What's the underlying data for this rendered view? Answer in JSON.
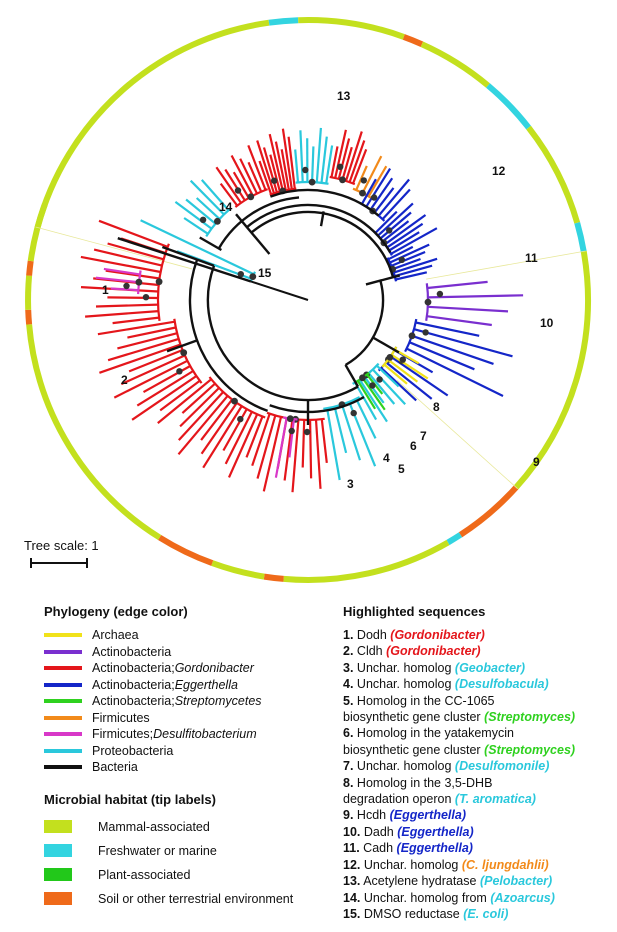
{
  "colors": {
    "archaea": "#f1e21a",
    "actino": "#7a2fcf",
    "gordonibacter": "#e4161b",
    "eggerthella": "#1426c8",
    "streptomycetes": "#2fd11f",
    "firmicutes": "#f28a1a",
    "desulfito": "#d838c8",
    "proteo": "#2ac8dc",
    "bacteria": "#111111",
    "mammal": "#c3e01e",
    "freshwater": "#33d4e0",
    "plant": "#22c81a",
    "soil": "#ef6a1a"
  },
  "tree": {
    "scale_label": "Tree scale: 1",
    "clade_labels": [
      "1",
      "2",
      "3",
      "4",
      "5",
      "6",
      "7",
      "8",
      "9",
      "10",
      "11",
      "12",
      "13",
      "14",
      "15"
    ]
  },
  "edge_legend": {
    "title": "Phylogeny (edge color)",
    "items": [
      {
        "color": "archaea",
        "label": "Archaea"
      },
      {
        "color": "actino",
        "label": "Actinobacteria"
      },
      {
        "color": "gordonibacter",
        "label": "Actinobacteria; ",
        "italic": "Gordonibacter"
      },
      {
        "color": "eggerthella",
        "label": "Actinobacteria; ",
        "italic": "Eggerthella"
      },
      {
        "color": "streptomycetes",
        "label": "Actinobacteria; ",
        "italic": "Streptomycetes"
      },
      {
        "color": "firmicutes",
        "label": "Firmicutes"
      },
      {
        "color": "desulfito",
        "label": "Firmicutes; ",
        "italic": "Desulfitobacterium"
      },
      {
        "color": "proteo",
        "label": "Proteobacteria"
      },
      {
        "color": "bacteria",
        "label": "Bacteria"
      }
    ]
  },
  "habitat_legend": {
    "title": "Microbial habitat (tip labels)",
    "items": [
      {
        "color": "mammal",
        "label": "Mammal-associated"
      },
      {
        "color": "freshwater",
        "label": "Freshwater or marine"
      },
      {
        "color": "plant",
        "label": "Plant-associated"
      },
      {
        "color": "soil",
        "label": "Soil or other terrestrial environment"
      }
    ]
  },
  "highlighted": {
    "title": "Highlighted sequences",
    "items": [
      {
        "num": "1.",
        "text": "Dodh ",
        "org": "(Gordonibacter)",
        "color": "gordonibacter"
      },
      {
        "num": "2.",
        "text": "Cldh ",
        "org": "(Gordonibacter)",
        "color": "gordonibacter"
      },
      {
        "num": "3.",
        "text": "Unchar. homolog ",
        "org": "(Geobacter)",
        "color": "proteo"
      },
      {
        "num": "4.",
        "text": "Unchar. homolog ",
        "org": "(Desulfobacula)",
        "color": "proteo"
      },
      {
        "num": "5.",
        "text": "Homolog in the CC-1065",
        "line2": "biosynthetic gene cluster ",
        "org": "(Streptomyces)",
        "color": "streptomycetes"
      },
      {
        "num": "6.",
        "text": "Homolog in the yatakemycin",
        "line2": "biosynthetic gene cluster ",
        "org": "(Streptomyces)",
        "color": "streptomycetes"
      },
      {
        "num": "7.",
        "text": "Unchar. homolog ",
        "org": "(Desulfomonile)",
        "color": "proteo"
      },
      {
        "num": "8.",
        "text": "Homolog in the 3,5-DHB",
        "line2": "degradation operon ",
        "org": "(T. aromatica)",
        "color": "proteo"
      },
      {
        "num": "9.",
        "text": "Hcdh ",
        "org": "(Eggerthella)",
        "color": "eggerthella"
      },
      {
        "num": "10.",
        "text": "Dadh ",
        "org": "(Eggerthella)",
        "color": "eggerthella"
      },
      {
        "num": "11.",
        "text": "Cadh ",
        "org": "(Eggerthella)",
        "color": "eggerthella"
      },
      {
        "num": "12.",
        "text": "Unchar. homolog ",
        "org": "(C. ljungdahlii)",
        "color": "firmicutes"
      },
      {
        "num": "13.",
        "text": "Acetylene hydratase ",
        "org": "(Pelobacter)",
        "color": "proteo"
      },
      {
        "num": "14.",
        "text": "Unchar. homolog from ",
        "org": "(Azoarcus)",
        "color": "proteo"
      },
      {
        "num": "15.",
        "text": "DMSO reductase ",
        "org": "(E. coli)",
        "color": "proteo"
      }
    ]
  }
}
